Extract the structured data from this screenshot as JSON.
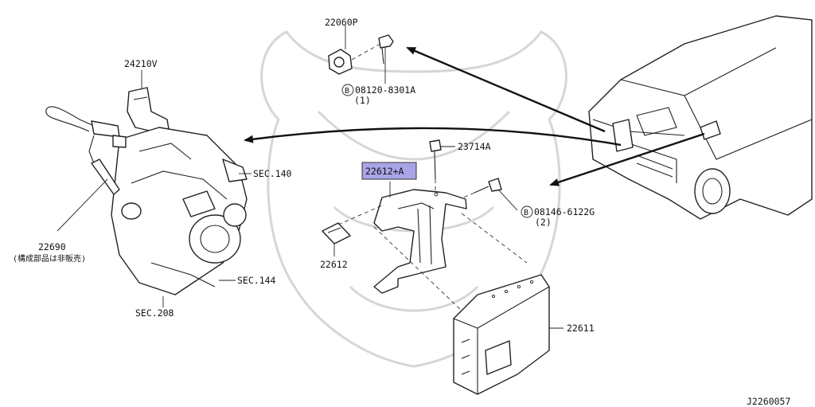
{
  "diagram": {
    "labels": {
      "p22060p": "22060P",
      "p24210v": "24210V",
      "bolt1_code": "08120-8301A",
      "bolt1_qty": "(1)",
      "bolt_prefix": "B",
      "p23714a": "23714A",
      "p22612a": "22612+A",
      "bolt2_code": "08146-6122G",
      "bolt2_qty": "(2)",
      "sec140": "SEC.140",
      "sec144": "SEC.144",
      "sec208": "SEC.208",
      "p22690": "22690",
      "p22690_note": "(構成部品は非販売)",
      "p22612": "22612",
      "p22611": "22611",
      "ref": "J2260057"
    },
    "highlight_color": "#a9a4e6"
  }
}
